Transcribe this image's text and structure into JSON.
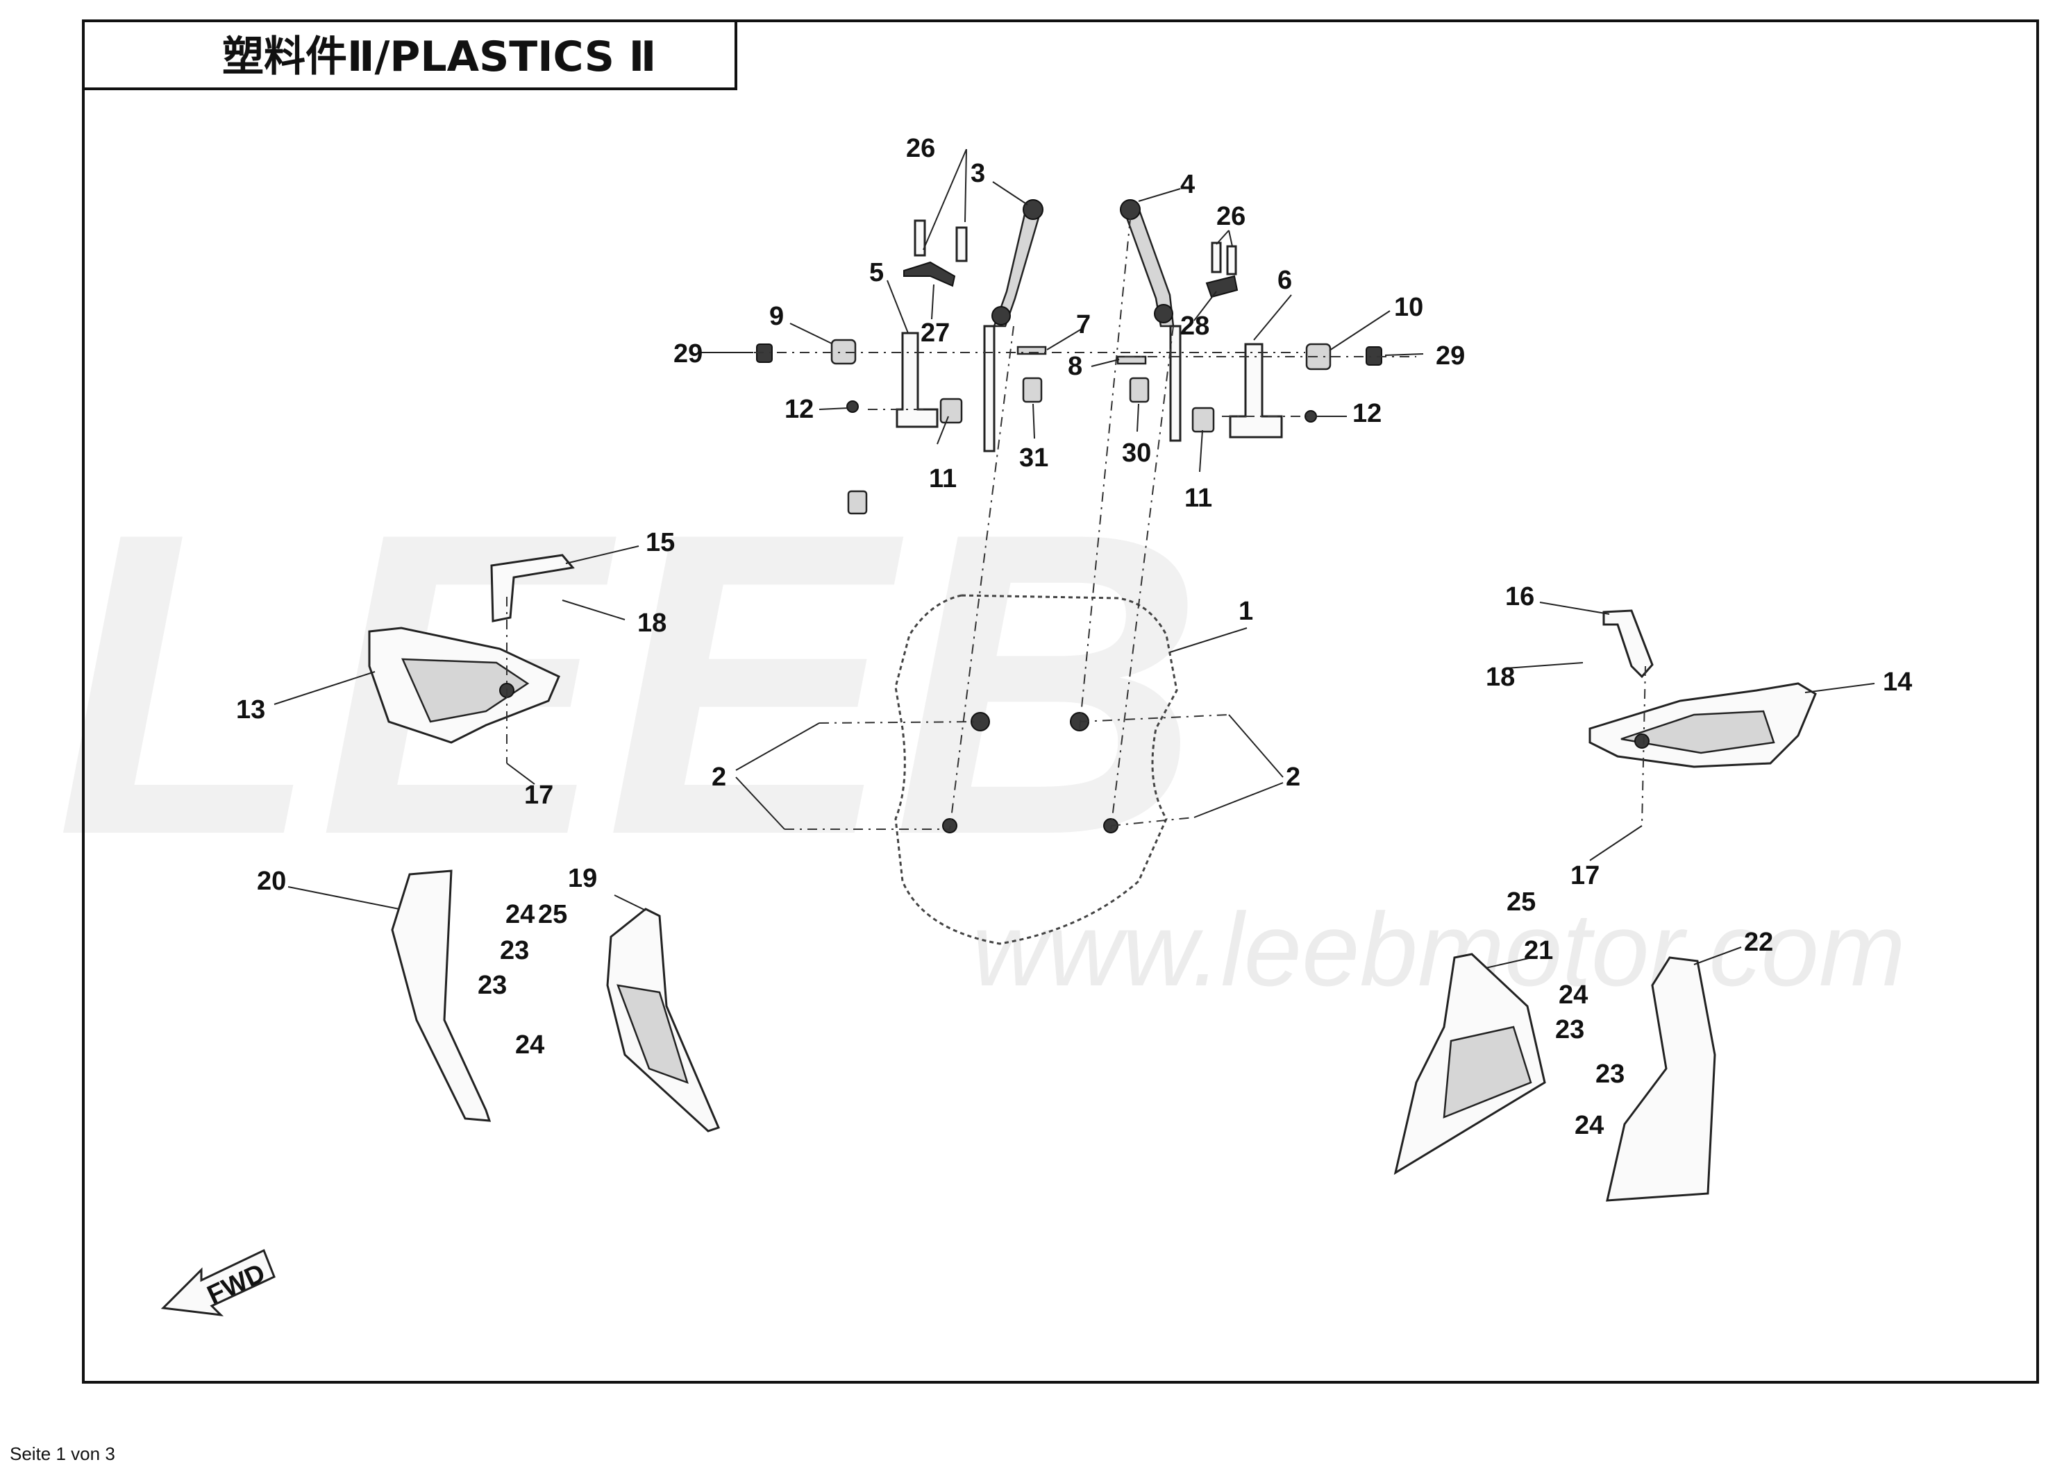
{
  "title": "塑料件Ⅱ/PLASTICS Ⅱ",
  "watermark": {
    "logo": "LEEB",
    "url": "www.leebmotor.com"
  },
  "fwd_label": "FWD",
  "footer": "Seite 1 von 3",
  "callouts": {
    "c1": "1",
    "c2a": "2",
    "c2b": "2",
    "c3": "3",
    "c4": "4",
    "c5": "5",
    "c6": "6",
    "c7": "7",
    "c8": "8",
    "c9": "9",
    "c10": "10",
    "c11a": "11",
    "c11b": "11",
    "c12a": "12",
    "c12b": "12",
    "c13": "13",
    "c14": "14",
    "c15": "15",
    "c16": "16",
    "c17a": "17",
    "c17b": "17",
    "c18a": "18",
    "c18b": "18",
    "c19": "19",
    "c20": "20",
    "c21": "21",
    "c22": "22",
    "c23a": "23",
    "c23b": "23",
    "c23c": "23",
    "c23d": "23",
    "c24a": "24",
    "c24b": "24",
    "c24c": "24",
    "c24d": "24",
    "c25a": "25",
    "c25b": "25",
    "c26a": "26",
    "c26b": "26",
    "c27": "27",
    "c28": "28",
    "c29a": "29",
    "c29b": "29",
    "c30": "30",
    "c31": "31"
  },
  "colors": {
    "line": "#111111",
    "watermark": "#f1f1f1"
  }
}
